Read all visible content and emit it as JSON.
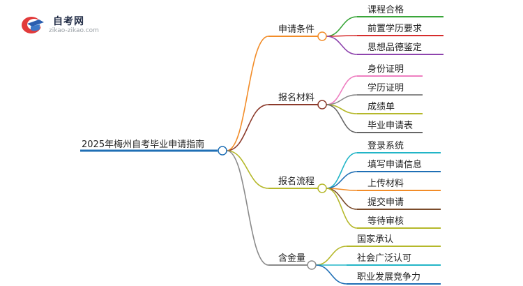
{
  "logo": {
    "name": "自考网",
    "url": "zikao-zikao.com"
  },
  "root": {
    "label": "2025年梅州自考毕业申请指南",
    "color": "#1f6fb5"
  },
  "branches": [
    {
      "label": "申请条件",
      "color": "#f28c28",
      "children": [
        {
          "label": "课程合格",
          "color": "#3aa63a"
        },
        {
          "label": "前置学历要求",
          "color": "#d62d2d"
        },
        {
          "label": "思想品德鉴定",
          "color": "#8e44ad"
        }
      ]
    },
    {
      "label": "报名材料",
      "color": "#8b3a2b",
      "children": [
        {
          "label": "身份证明",
          "color": "#ee7fc1"
        },
        {
          "label": "学历证明",
          "color": "#8a8a8a"
        },
        {
          "label": "成绩单",
          "color": "#b5b82a"
        },
        {
          "label": "毕业申请表",
          "color": "#666666"
        }
      ]
    },
    {
      "label": "报名流程",
      "color": "#b5b82a",
      "children": [
        {
          "label": "登录系统",
          "color": "#22b5c7"
        },
        {
          "label": "填写申请信息",
          "color": "#1f6fb5"
        },
        {
          "label": "上传材料",
          "color": "#f28c28"
        },
        {
          "label": "提交申请",
          "color": "#7a4b2a"
        },
        {
          "label": "等待审核",
          "color": "#b5b82a"
        }
      ]
    },
    {
      "label": "含金量",
      "color": "#8a8a8a",
      "children": [
        {
          "label": "国家承认",
          "color": "#b5b82a"
        },
        {
          "label": "社会广泛认可",
          "color": "#22b5c7"
        },
        {
          "label": "职业发展竞争力",
          "color": "#1f6fb5"
        }
      ]
    }
  ]
}
